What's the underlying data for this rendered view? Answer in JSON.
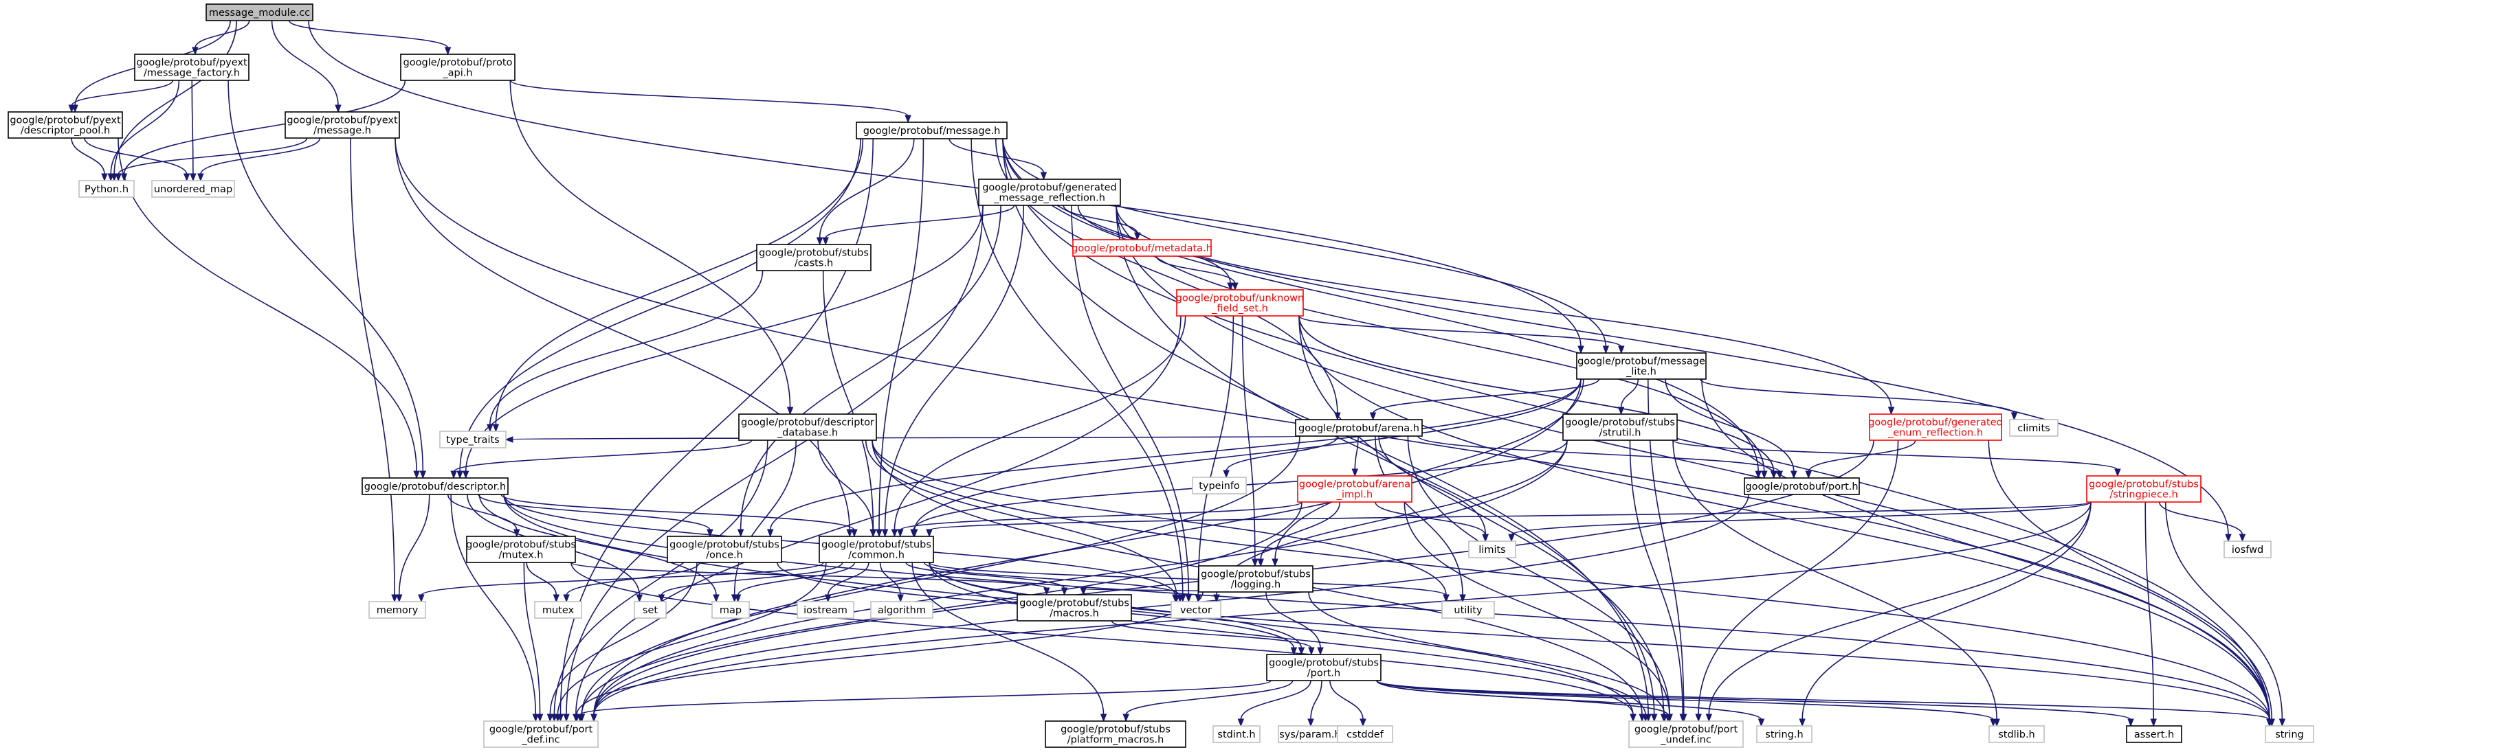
{
  "diagram": {
    "nodes": [
      {
        "id": "message_module",
        "lines": [
          "message_module.cc"
        ],
        "style": "root"
      },
      {
        "id": "message_factory",
        "lines": [
          "google/protobuf/pyext",
          "/message_factory.h"
        ],
        "style": "normal"
      },
      {
        "id": "proto_api",
        "lines": [
          "google/protobuf/proto",
          "_api.h"
        ],
        "style": "normal"
      },
      {
        "id": "descriptor_pool",
        "lines": [
          "google/protobuf/pyext",
          "/descriptor_pool.h"
        ],
        "style": "normal"
      },
      {
        "id": "pyext_message",
        "lines": [
          "google/protobuf/pyext",
          "/message.h"
        ],
        "style": "normal"
      },
      {
        "id": "python_h",
        "lines": [
          "Python.h"
        ],
        "style": "sys"
      },
      {
        "id": "unordered_map",
        "lines": [
          "unordered_map"
        ],
        "style": "sys"
      },
      {
        "id": "message_h",
        "lines": [
          "google/protobuf/message.h"
        ],
        "style": "normal"
      },
      {
        "id": "gen_msg_refl",
        "lines": [
          "google/protobuf/generated",
          "_message_reflection.h"
        ],
        "style": "normal"
      },
      {
        "id": "metadata",
        "lines": [
          "google/protobuf/metadata.h"
        ],
        "style": "red"
      },
      {
        "id": "unknown_field_set",
        "lines": [
          "google/protobuf/unknown",
          "_field_set.h"
        ],
        "style": "red"
      },
      {
        "id": "casts",
        "lines": [
          "google/protobuf/stubs",
          "/casts.h"
        ],
        "style": "normal"
      },
      {
        "id": "message_lite",
        "lines": [
          "google/protobuf/message",
          "_lite.h"
        ],
        "style": "normal"
      },
      {
        "id": "descriptor_database",
        "lines": [
          "google/protobuf/descriptor",
          "_database.h"
        ],
        "style": "normal"
      },
      {
        "id": "arena",
        "lines": [
          "google/protobuf/arena.h"
        ],
        "style": "normal"
      },
      {
        "id": "strutil",
        "lines": [
          "google/protobuf/stubs",
          "/strutil.h"
        ],
        "style": "normal"
      },
      {
        "id": "gen_enum_refl",
        "lines": [
          "google/protobuf/generated",
          "_enum_reflection.h"
        ],
        "style": "red"
      },
      {
        "id": "climits",
        "lines": [
          "climits"
        ],
        "style": "sys"
      },
      {
        "id": "type_traits",
        "lines": [
          "type_traits"
        ],
        "style": "sys"
      },
      {
        "id": "typeinfo",
        "lines": [
          "typeinfo"
        ],
        "style": "sys"
      },
      {
        "id": "descriptor_h",
        "lines": [
          "google/protobuf/descriptor.h"
        ],
        "style": "normal"
      },
      {
        "id": "port_h",
        "lines": [
          "google/protobuf/port.h"
        ],
        "style": "normal"
      },
      {
        "id": "arena_impl",
        "lines": [
          "google/protobuf/arena",
          "_impl.h"
        ],
        "style": "red"
      },
      {
        "id": "stringpiece",
        "lines": [
          "google/protobuf/stubs",
          "/stringpiece.h"
        ],
        "style": "red"
      },
      {
        "id": "mutex_h",
        "lines": [
          "google/protobuf/stubs",
          "/mutex.h"
        ],
        "style": "normal"
      },
      {
        "id": "once_h",
        "lines": [
          "google/protobuf/stubs",
          "/once.h"
        ],
        "style": "normal"
      },
      {
        "id": "common_h",
        "lines": [
          "google/protobuf/stubs",
          "/common.h"
        ],
        "style": "normal"
      },
      {
        "id": "logging_h",
        "lines": [
          "google/protobuf/stubs",
          "/logging.h"
        ],
        "style": "normal"
      },
      {
        "id": "limits",
        "lines": [
          "limits"
        ],
        "style": "sys"
      },
      {
        "id": "iosfwd",
        "lines": [
          "iosfwd"
        ],
        "style": "sys"
      },
      {
        "id": "memory",
        "lines": [
          "memory"
        ],
        "style": "sys"
      },
      {
        "id": "mutex",
        "lines": [
          "mutex"
        ],
        "style": "sys"
      },
      {
        "id": "set",
        "lines": [
          "set"
        ],
        "style": "sys"
      },
      {
        "id": "map",
        "lines": [
          "map"
        ],
        "style": "sys"
      },
      {
        "id": "iostream",
        "lines": [
          "iostream"
        ],
        "style": "sys"
      },
      {
        "id": "algorithm",
        "lines": [
          "algorithm"
        ],
        "style": "sys"
      },
      {
        "id": "macros_h",
        "lines": [
          "google/protobuf/stubs",
          "/macros.h"
        ],
        "style": "normal"
      },
      {
        "id": "vector",
        "lines": [
          "vector"
        ],
        "style": "sys"
      },
      {
        "id": "utility",
        "lines": [
          "utility"
        ],
        "style": "sys"
      },
      {
        "id": "stubs_port",
        "lines": [
          "google/protobuf/stubs",
          "/port.h"
        ],
        "style": "normal"
      },
      {
        "id": "port_def",
        "lines": [
          "google/protobuf/port",
          "_def.inc"
        ],
        "style": "sys"
      },
      {
        "id": "platform_macros",
        "lines": [
          "google/protobuf/stubs",
          "/platform_macros.h"
        ],
        "style": "normal"
      },
      {
        "id": "stdint",
        "lines": [
          "stdint.h"
        ],
        "style": "sys"
      },
      {
        "id": "sys_param",
        "lines": [
          "sys/param.h"
        ],
        "style": "sys"
      },
      {
        "id": "cstddef",
        "lines": [
          "cstddef"
        ],
        "style": "sys"
      },
      {
        "id": "port_undef",
        "lines": [
          "google/protobuf/port",
          "_undef.inc"
        ],
        "style": "sys"
      },
      {
        "id": "string_h",
        "lines": [
          "string.h"
        ],
        "style": "sys"
      },
      {
        "id": "stdlib_h",
        "lines": [
          "stdlib.h"
        ],
        "style": "sys"
      },
      {
        "id": "assert_h",
        "lines": [
          "assert.h"
        ],
        "style": "normal"
      },
      {
        "id": "string",
        "lines": [
          "string"
        ],
        "style": "sys"
      }
    ],
    "edges": [
      [
        "message_module",
        "message_factory"
      ],
      [
        "message_module",
        "proto_api"
      ],
      [
        "message_module",
        "descriptor_pool"
      ],
      [
        "message_module",
        "pyext_message"
      ],
      [
        "message_module",
        "python_h"
      ],
      [
        "message_module",
        "message_lite"
      ],
      [
        "message_factory",
        "descriptor_pool"
      ],
      [
        "message_factory",
        "python_h"
      ],
      [
        "message_factory",
        "unordered_map"
      ],
      [
        "message_factory",
        "descriptor_h"
      ],
      [
        "proto_api",
        "python_h"
      ],
      [
        "proto_api",
        "message_h"
      ],
      [
        "proto_api",
        "descriptor_database"
      ],
      [
        "descriptor_pool",
        "python_h"
      ],
      [
        "descriptor_pool",
        "unordered_map"
      ],
      [
        "descriptor_pool",
        "descriptor_h"
      ],
      [
        "pyext_message",
        "python_h"
      ],
      [
        "pyext_message",
        "unordered_map"
      ],
      [
        "pyext_message",
        "memory"
      ],
      [
        "pyext_message",
        "common_h"
      ],
      [
        "pyext_message",
        "string"
      ],
      [
        "message_h",
        "gen_msg_refl"
      ],
      [
        "message_h",
        "casts"
      ],
      [
        "message_h",
        "message_lite"
      ],
      [
        "message_h",
        "arena"
      ],
      [
        "message_h",
        "descriptor_h"
      ],
      [
        "message_h",
        "port_def"
      ],
      [
        "message_h",
        "type_traits"
      ],
      [
        "message_h",
        "common_h"
      ],
      [
        "message_h",
        "vector"
      ],
      [
        "message_h",
        "port_h"
      ],
      [
        "message_h",
        "iosfwd"
      ],
      [
        "message_h",
        "string"
      ],
      [
        "message_h",
        "port_undef"
      ],
      [
        "gen_msg_refl",
        "metadata"
      ],
      [
        "gen_msg_refl",
        "unknown_field_set"
      ],
      [
        "gen_msg_refl",
        "casts"
      ],
      [
        "gen_msg_refl",
        "descriptor_h"
      ],
      [
        "gen_msg_refl",
        "common_h"
      ],
      [
        "gen_msg_refl",
        "once_h"
      ],
      [
        "gen_msg_refl",
        "gen_enum_refl"
      ],
      [
        "gen_msg_refl",
        "port_h"
      ],
      [
        "gen_msg_refl",
        "port_def"
      ],
      [
        "gen_msg_refl",
        "vector"
      ],
      [
        "gen_msg_refl",
        "string"
      ],
      [
        "gen_msg_refl",
        "port_undef"
      ],
      [
        "metadata",
        "unknown_field_set"
      ],
      [
        "unknown_field_set",
        "message_lite"
      ],
      [
        "unknown_field_set",
        "common_h"
      ],
      [
        "unknown_field_set",
        "logging_h"
      ],
      [
        "unknown_field_set",
        "port_h"
      ],
      [
        "unknown_field_set",
        "port_def"
      ],
      [
        "unknown_field_set",
        "vector"
      ],
      [
        "unknown_field_set",
        "string"
      ],
      [
        "unknown_field_set",
        "port_undef"
      ],
      [
        "unknown_field_set",
        "port_h"
      ],
      [
        "casts",
        "common_h"
      ],
      [
        "casts",
        "type_traits"
      ],
      [
        "message_lite",
        "arena"
      ],
      [
        "message_lite",
        "strutil"
      ],
      [
        "message_lite",
        "common_h"
      ],
      [
        "message_lite",
        "once_h"
      ],
      [
        "message_lite",
        "logging_h"
      ],
      [
        "message_lite",
        "port_h"
      ],
      [
        "message_lite",
        "port_def"
      ],
      [
        "message_lite",
        "climits"
      ],
      [
        "message_lite",
        "string"
      ],
      [
        "message_lite",
        "port_undef"
      ],
      [
        "descriptor_database",
        "descriptor_h"
      ],
      [
        "descriptor_database",
        "common_h"
      ],
      [
        "descriptor_database",
        "map"
      ],
      [
        "descriptor_database",
        "port_def"
      ],
      [
        "descriptor_database",
        "vector"
      ],
      [
        "descriptor_database",
        "utility"
      ],
      [
        "descriptor_database",
        "string"
      ],
      [
        "descriptor_database",
        "port_undef"
      ],
      [
        "arena",
        "arena_impl"
      ],
      [
        "arena",
        "port_h"
      ],
      [
        "arena",
        "type_traits"
      ],
      [
        "arena",
        "typeinfo"
      ],
      [
        "arena",
        "limits"
      ],
      [
        "arena",
        "utility"
      ],
      [
        "arena",
        "port_def"
      ],
      [
        "arena",
        "port_undef"
      ],
      [
        "strutil",
        "common_h"
      ],
      [
        "strutil",
        "stringpiece"
      ],
      [
        "strutil",
        "port_def"
      ],
      [
        "strutil",
        "vector"
      ],
      [
        "strutil",
        "stdlib_h"
      ],
      [
        "strutil",
        "port_undef"
      ],
      [
        "gen_enum_refl",
        "port_h"
      ],
      [
        "gen_enum_refl",
        "string"
      ],
      [
        "gen_enum_refl",
        "port_def"
      ],
      [
        "gen_enum_refl",
        "port_undef"
      ],
      [
        "descriptor_h",
        "mutex_h"
      ],
      [
        "descriptor_h",
        "once_h"
      ],
      [
        "descriptor_h",
        "common_h"
      ],
      [
        "descriptor_h",
        "memory"
      ],
      [
        "descriptor_h",
        "set"
      ],
      [
        "descriptor_h",
        "port_def"
      ],
      [
        "descriptor_h",
        "vector"
      ],
      [
        "descriptor_h",
        "string"
      ],
      [
        "descriptor_h",
        "port_undef"
      ],
      [
        "descriptor_h",
        "map"
      ],
      [
        "port_h",
        "port_def"
      ],
      [
        "arena_impl",
        "common_h"
      ],
      [
        "arena_impl",
        "logging_h"
      ],
      [
        "arena_impl",
        "limits"
      ],
      [
        "arena_impl",
        "port_def"
      ],
      [
        "arena_impl",
        "port_undef"
      ],
      [
        "stringpiece",
        "common_h"
      ],
      [
        "stringpiece",
        "limits"
      ],
      [
        "stringpiece",
        "iosfwd"
      ],
      [
        "stringpiece",
        "string"
      ],
      [
        "stringpiece",
        "assert_h"
      ],
      [
        "stringpiece",
        "port_def"
      ],
      [
        "stringpiece",
        "port_undef"
      ],
      [
        "stringpiece",
        "string_h"
      ],
      [
        "mutex_h",
        "mutex"
      ],
      [
        "mutex_h",
        "port_def"
      ],
      [
        "mutex_h",
        "port_undef"
      ],
      [
        "mutex_h",
        "macros_h"
      ],
      [
        "once_h",
        "mutex"
      ],
      [
        "once_h",
        "stubs_port"
      ],
      [
        "once_h",
        "port_def"
      ],
      [
        "common_h",
        "memory"
      ],
      [
        "common_h",
        "set"
      ],
      [
        "common_h",
        "map"
      ],
      [
        "common_h",
        "iostream"
      ],
      [
        "common_h",
        "algorithm"
      ],
      [
        "common_h",
        "macros_h"
      ],
      [
        "common_h",
        "vector"
      ],
      [
        "common_h",
        "utility"
      ],
      [
        "common_h",
        "stubs_port"
      ],
      [
        "common_h",
        "platform_macros"
      ],
      [
        "common_h",
        "port_def"
      ],
      [
        "common_h",
        "string"
      ],
      [
        "common_h",
        "port_undef"
      ],
      [
        "logging_h",
        "macros_h"
      ],
      [
        "logging_h",
        "stubs_port"
      ],
      [
        "logging_h",
        "port_def"
      ],
      [
        "logging_h",
        "port_undef"
      ],
      [
        "macros_h",
        "stubs_port"
      ],
      [
        "stubs_port",
        "platform_macros"
      ],
      [
        "stubs_port",
        "port_def"
      ],
      [
        "stubs_port",
        "stdint"
      ],
      [
        "stubs_port",
        "sys_param"
      ],
      [
        "stubs_port",
        "cstddef"
      ],
      [
        "stubs_port",
        "port_undef"
      ],
      [
        "stubs_port",
        "string_h"
      ],
      [
        "stubs_port",
        "stdlib_h"
      ],
      [
        "stubs_port",
        "assert_h"
      ],
      [
        "stubs_port",
        "string"
      ]
    ]
  }
}
